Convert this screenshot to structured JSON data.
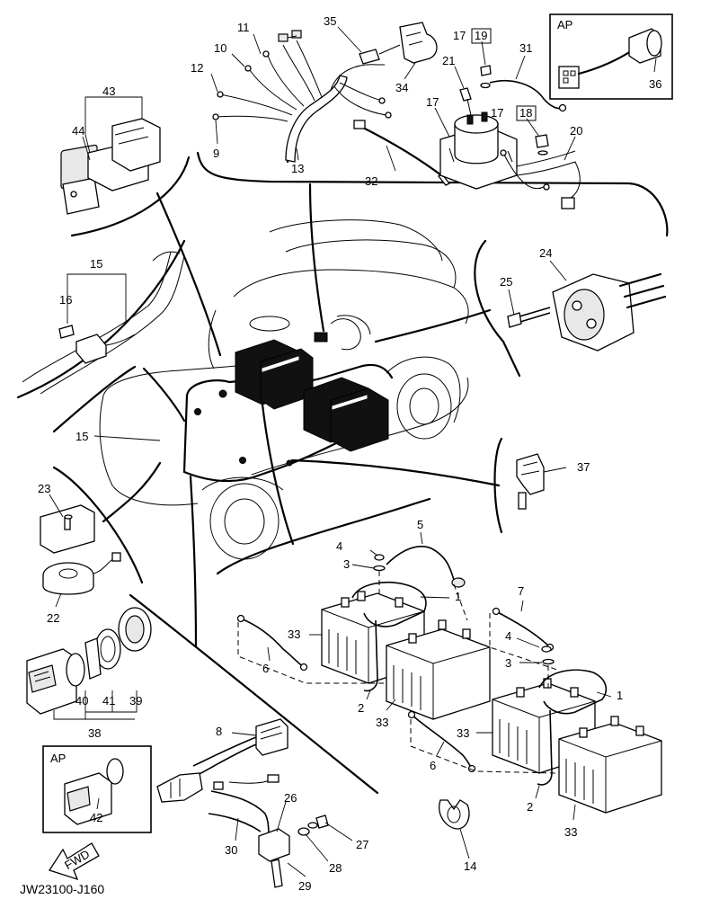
{
  "callouts": {
    "c1a": "1",
    "c1b": "1",
    "c2a": "2",
    "c2b": "2",
    "c3a": "3",
    "c3b": "3",
    "c4a": "4",
    "c4b": "4",
    "c5": "5",
    "c6a": "6",
    "c6b": "6",
    "c7": "7",
    "c8": "8",
    "c9": "9",
    "c10": "10",
    "c11": "11",
    "c12": "12",
    "c13": "13",
    "c14": "14",
    "c15a": "15",
    "c15b": "15",
    "c16": "16",
    "c17a": "17",
    "c17b": "17",
    "c17c": "17",
    "c18": "18",
    "c19": "19",
    "c20": "20",
    "c21": "21",
    "c22": "22",
    "c23": "23",
    "c24": "24",
    "c25": "25",
    "c26": "26",
    "c27": "27",
    "c28": "28",
    "c29": "29",
    "c30": "30",
    "c31": "31",
    "c32": "32",
    "c33a": "33",
    "c33b": "33",
    "c33c": "33",
    "c33d": "33",
    "c34": "34",
    "c35": "35",
    "c36": "36",
    "c37": "37",
    "c38": "38",
    "c39": "39",
    "c40": "40",
    "c41": "41",
    "c42": "42",
    "c43": "43",
    "c44": "44"
  },
  "ap_label_1": "AP",
  "ap_label_2": "AP",
  "fwd_label": "FWD",
  "drawing_code": "JW23100-J160"
}
